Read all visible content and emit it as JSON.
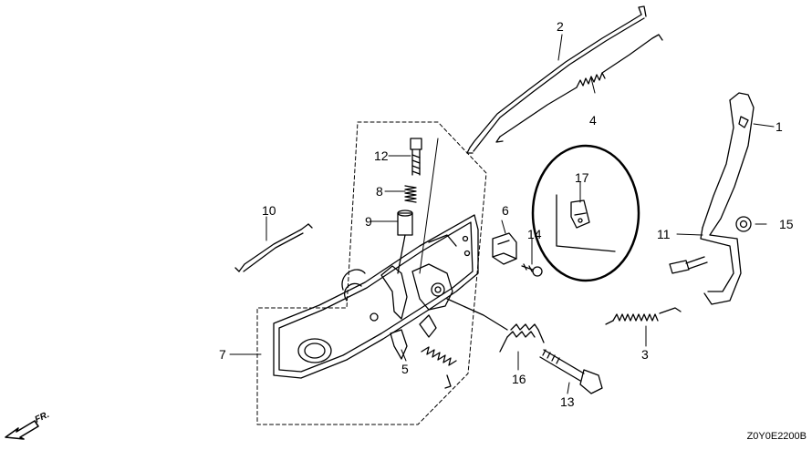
{
  "diagram": {
    "callouts": [
      "1",
      "2",
      "3",
      "4",
      "5",
      "6",
      "7",
      "8",
      "9",
      "10",
      "11",
      "12",
      "13",
      "14",
      "15",
      "16",
      "17"
    ],
    "direction_label": "FR.",
    "diagram_code": "Z0Y0E2200B"
  }
}
